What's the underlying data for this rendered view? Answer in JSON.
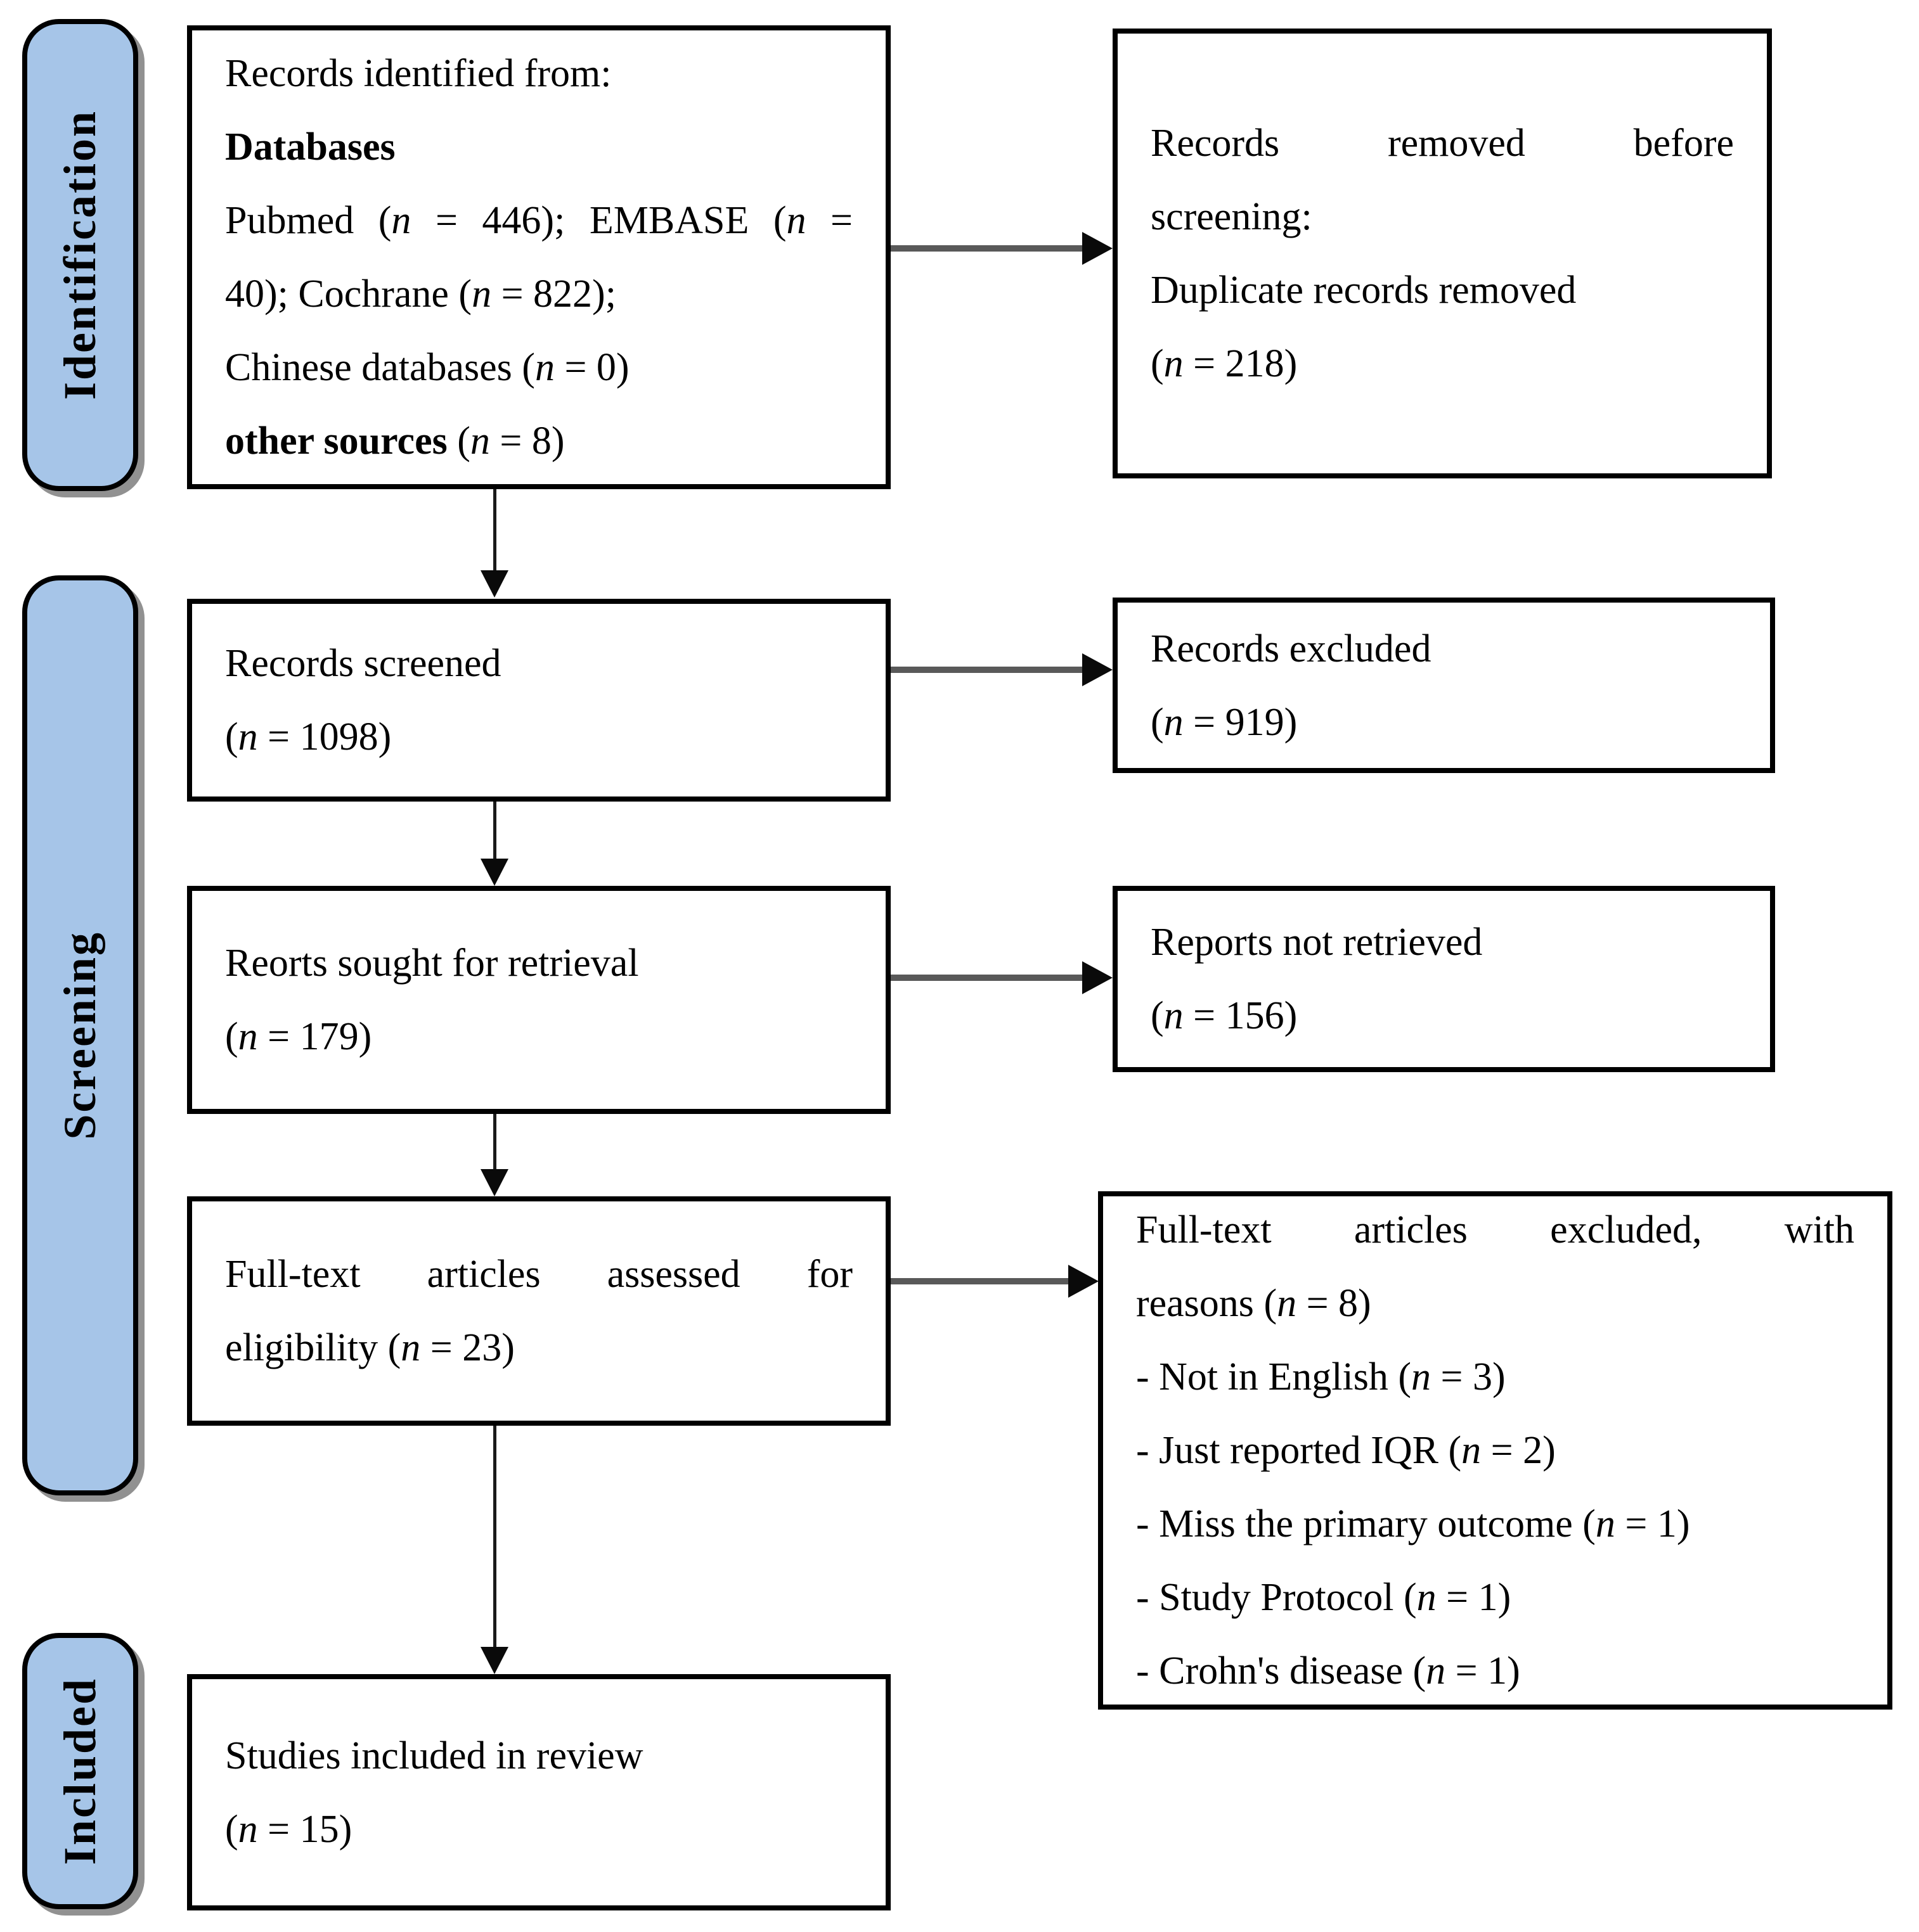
{
  "diagram": {
    "type": "prisma-flow",
    "stages": [
      {
        "id": "identification",
        "label": "Identification"
      },
      {
        "id": "screening",
        "label": "Screening"
      },
      {
        "id": "included",
        "label": "Included"
      }
    ],
    "boxes": {
      "identified": {
        "lines": [
          {
            "text": "Records identified from:"
          },
          {
            "text": "Databases",
            "bold": true
          },
          {
            "text": "Pubmed (n = 446); EMBASE (n ="
          },
          {
            "text": "40); Cochrane (n = 822);"
          },
          {
            "text": "Chinese databases (n = 0)"
          },
          {
            "segments": [
              {
                "text": "other sources ",
                "bold": true
              },
              {
                "text": "(n = 8)"
              }
            ]
          }
        ]
      },
      "removed": {
        "lines": [
          {
            "text": "Records removed before"
          },
          {
            "text": "screening:"
          },
          {
            "text": "Duplicate records removed"
          },
          {
            "text": "(n = 218)"
          }
        ]
      },
      "screened": {
        "lines": [
          {
            "text": "Records screened"
          },
          {
            "text": "(n = 1098)"
          }
        ]
      },
      "records_excluded": {
        "lines": [
          {
            "text": "Records excluded"
          },
          {
            "text": "(n = 919)"
          }
        ]
      },
      "sought": {
        "lines": [
          {
            "text": "Reorts sought for retrieval"
          },
          {
            "text": "(n = 179)"
          }
        ]
      },
      "not_retrieved": {
        "lines": [
          {
            "text": "Reports not retrieved"
          },
          {
            "text": "(n = 156)"
          }
        ]
      },
      "fulltext": {
        "lines": [
          {
            "text": "Full-text articles assessed for"
          },
          {
            "text": "eligibility (n = 23)"
          }
        ]
      },
      "excluded_reasons": {
        "lines": [
          {
            "text": "Full-text articles excluded, with"
          },
          {
            "text": "reasons (n = 8)"
          },
          {
            "text": "- Not in English (n = 3)"
          },
          {
            "text": "- Just reported IQR (n = 2)"
          },
          {
            "text": "- Miss the primary outcome (n = 1)"
          },
          {
            "text": "- Study Protocol (n = 1)"
          },
          {
            "text": "- Crohn's disease (n = 1)"
          }
        ]
      },
      "included_review": {
        "lines": [
          {
            "text": "Studies included in review"
          },
          {
            "text": "(n = 15)"
          }
        ]
      }
    },
    "colors": {
      "stage_fill": "#a6c5e8",
      "border": "#000000",
      "arrow_line_gray": "#595959",
      "arrow_black": "#0a0a0a"
    }
  }
}
